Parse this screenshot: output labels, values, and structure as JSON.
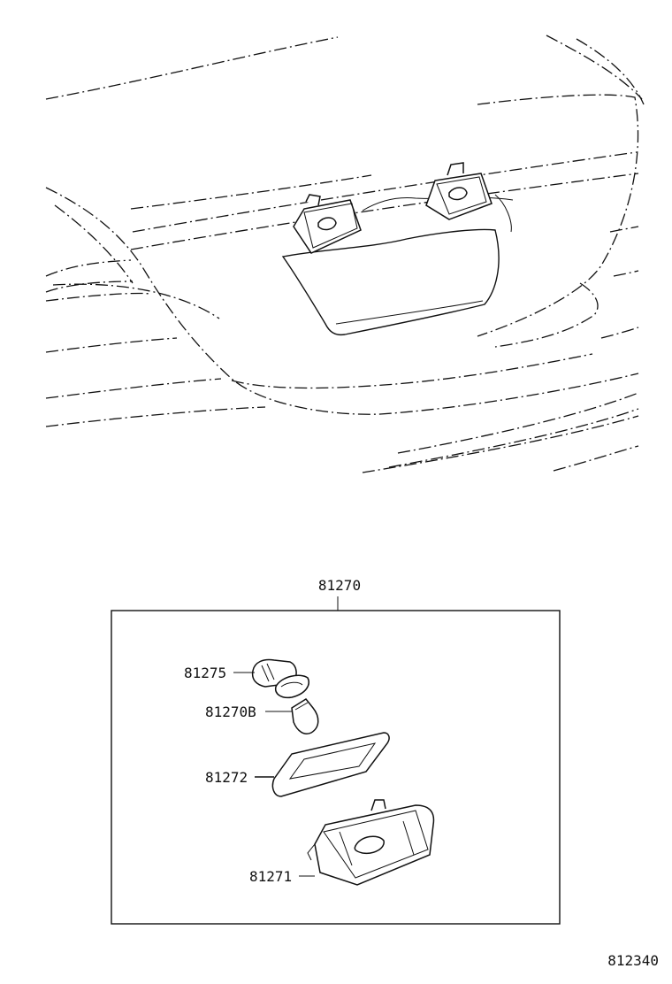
{
  "diagram": {
    "labels": {
      "assembly": "81270",
      "socket": "81275",
      "bulb": "81270B",
      "gasket": "81272",
      "lens_housing": "81271",
      "figure_number": "812340"
    }
  },
  "colors": {
    "ink": "#111111",
    "background": "#ffffff"
  }
}
